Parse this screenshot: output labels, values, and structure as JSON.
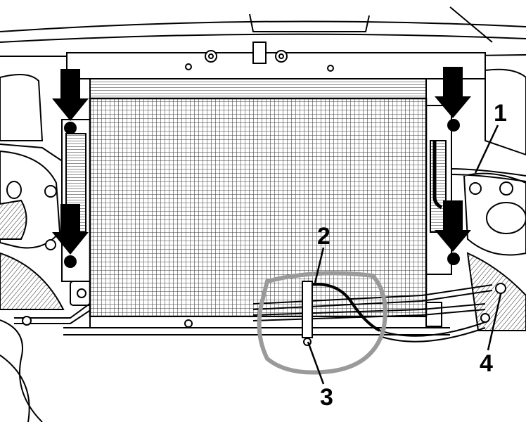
{
  "callouts": {
    "label_1": "1",
    "label_2": "2",
    "label_3": "3",
    "label_4": "4"
  },
  "colors": {
    "line": "#000000",
    "background": "#ffffff",
    "highlight_ring": "#9a9a9a",
    "grid": "#555555"
  }
}
